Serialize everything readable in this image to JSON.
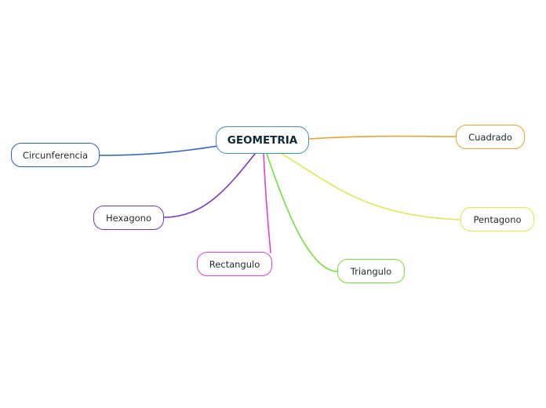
{
  "root": {
    "label": "GEOMETRIA",
    "color": "#3d8fbf"
  },
  "branches": {
    "cuadrado": {
      "label": "Cuadrado",
      "color": "#f0a02c"
    },
    "pentagono": {
      "label": "Pentagono",
      "color": "#dfe84a"
    },
    "triangulo": {
      "label": "Triangulo",
      "color": "#6de33a"
    },
    "rectangulo": {
      "label": "Rectangulo",
      "color": "#e23fd6"
    },
    "hexagono": {
      "label": "Hexagono",
      "color": "#7a35c9"
    },
    "circunferencia": {
      "label": "Circunferencia",
      "color": "#2a5fc4"
    }
  }
}
